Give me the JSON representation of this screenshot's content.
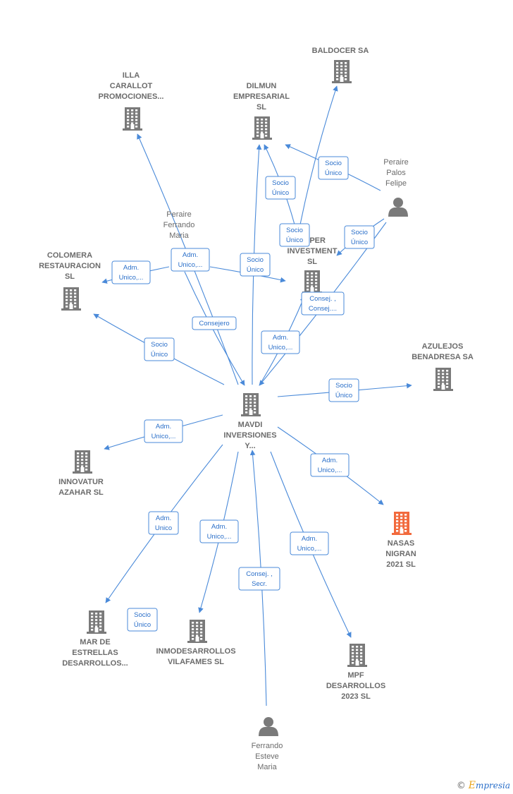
{
  "colors": {
    "edge": "#4a8ad9",
    "company": "#7a7a7a",
    "highlight": "#f26a3d",
    "label": "#6b6b6b"
  },
  "nodes": [
    {
      "id": "mavdi",
      "kind": "company",
      "lines": [
        "MAVDI",
        "INVERSIONES",
        "Y..."
      ]
    },
    {
      "id": "baldocer",
      "kind": "company",
      "lines": [
        "BALDOCER SA"
      ]
    },
    {
      "id": "illa",
      "kind": "company",
      "lines": [
        "ILLA",
        "CARALLOT",
        "PROMOCIONES..."
      ]
    },
    {
      "id": "dilmun",
      "kind": "company",
      "lines": [
        "DILMUN",
        "EMPRESARIAL",
        "SL"
      ]
    },
    {
      "id": "peraire_felipe",
      "kind": "person",
      "lines": [
        "Peraire",
        "Palos",
        "Felipe"
      ]
    },
    {
      "id": "peraire_maria",
      "kind": "person-text",
      "lines": [
        "Peraire",
        "Ferrando",
        "Maria"
      ]
    },
    {
      "id": "keper",
      "kind": "company",
      "lines": [
        "KEPER",
        "INVESTMENT",
        "SL"
      ]
    },
    {
      "id": "colomera",
      "kind": "company",
      "lines": [
        "COLOMERA",
        "RESTAURACION",
        "SL"
      ]
    },
    {
      "id": "azulejos",
      "kind": "company",
      "lines": [
        "AZULEJOS",
        "BENADRESA SA"
      ]
    },
    {
      "id": "innovatur",
      "kind": "company",
      "lines": [
        "INNOVATUR",
        "AZAHAR SL"
      ]
    },
    {
      "id": "nasas",
      "kind": "highlight",
      "lines": [
        "NASAS",
        "NIGRAN",
        "2021 SL"
      ]
    },
    {
      "id": "mar",
      "kind": "company",
      "lines": [
        "MAR DE",
        "ESTRELLAS",
        "DESARROLLOS..."
      ]
    },
    {
      "id": "inmodes",
      "kind": "company",
      "lines": [
        "INMODESARROLLOS",
        "VILAFAMES SL"
      ]
    },
    {
      "id": "mpf",
      "kind": "company",
      "lines": [
        "MPF",
        "DESARROLLOS",
        "2023 SL"
      ]
    },
    {
      "id": "ferrando",
      "kind": "person",
      "lines": [
        "Ferrando",
        "Esteve",
        "Maria"
      ]
    }
  ],
  "edges": [
    {
      "from": "mavdi",
      "to": "baldocer",
      "label": [
        "Socio",
        "Único"
      ]
    },
    {
      "from": "mavdi",
      "to": "illa",
      "label": [
        "Adm.",
        "Unico,..."
      ]
    },
    {
      "from": "mavdi",
      "to": "dilmun",
      "label": [
        "Socio",
        "Único"
      ]
    },
    {
      "from": "peraire_felipe",
      "to": "dilmun",
      "label": [
        "Socio",
        "Único"
      ]
    },
    {
      "from": "peraire_felipe",
      "to": "keper",
      "label": [
        "Socio",
        "Único"
      ]
    },
    {
      "from": "peraire_felipe",
      "to": "mavdi",
      "label": [
        "Consej. ,",
        "Consej...."
      ]
    },
    {
      "from": "peraire_maria",
      "to": "colomera",
      "label": [
        "Adm.",
        "Unico,..."
      ]
    },
    {
      "from": "peraire_maria",
      "to": "keper",
      "label": [
        "Socio",
        "Único"
      ]
    },
    {
      "from": "peraire_maria",
      "to": "mavdi",
      "label": [
        "Consejero"
      ]
    },
    {
      "from": "mavdi",
      "to": "keper",
      "label": [
        "Adm.",
        "Unico,..."
      ]
    },
    {
      "from": "mavdi",
      "to": "colomera",
      "label": [
        "Socio",
        "Único"
      ]
    },
    {
      "from": "mavdi",
      "to": "azulejos",
      "label": [
        "Socio",
        "Único"
      ]
    },
    {
      "from": "mavdi",
      "to": "innovatur",
      "label": [
        "Adm.",
        "Unico,..."
      ]
    },
    {
      "from": "mavdi",
      "to": "nasas",
      "label": [
        "Adm.",
        "Unico,..."
      ]
    },
    {
      "from": "mavdi",
      "to": "mar",
      "label": [
        "Adm.",
        "Unico"
      ]
    },
    {
      "from": "mavdi",
      "to": "inmodes",
      "label": [
        "Adm.",
        "Unico,..."
      ]
    },
    {
      "from": "mavdi",
      "to": "mpf",
      "label": [
        "Adm.",
        "Unico,..."
      ]
    },
    {
      "from": "ferrando",
      "to": "mavdi",
      "label": [
        "Consej. ,",
        "Secr."
      ]
    },
    {
      "from": "mar",
      "to": "inmodes",
      "label": [
        "Socio",
        "Único"
      ]
    },
    {
      "from": "dilmun",
      "to": "mavdi",
      "label": [
        "Socio",
        "Único"
      ]
    }
  ],
  "brand": {
    "symbol": "©",
    "initial": "E",
    "name": "mpresia"
  }
}
